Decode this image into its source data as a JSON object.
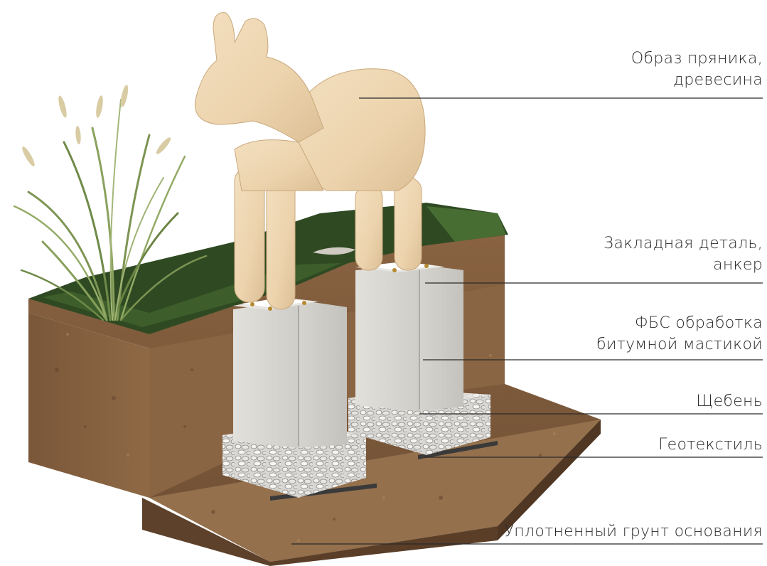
{
  "callouts": [
    {
      "line1": "Образ пряника,",
      "line2": "древесина"
    },
    {
      "line1": "Закладная деталь,",
      "line2": "анкер"
    },
    {
      "line1": "ФБС обработка",
      "line2": "битумной мастикой"
    },
    {
      "line1": "Щебень"
    },
    {
      "line1": "Геотекстиль"
    },
    {
      "line1": "Уплотненный грунт основания"
    }
  ]
}
